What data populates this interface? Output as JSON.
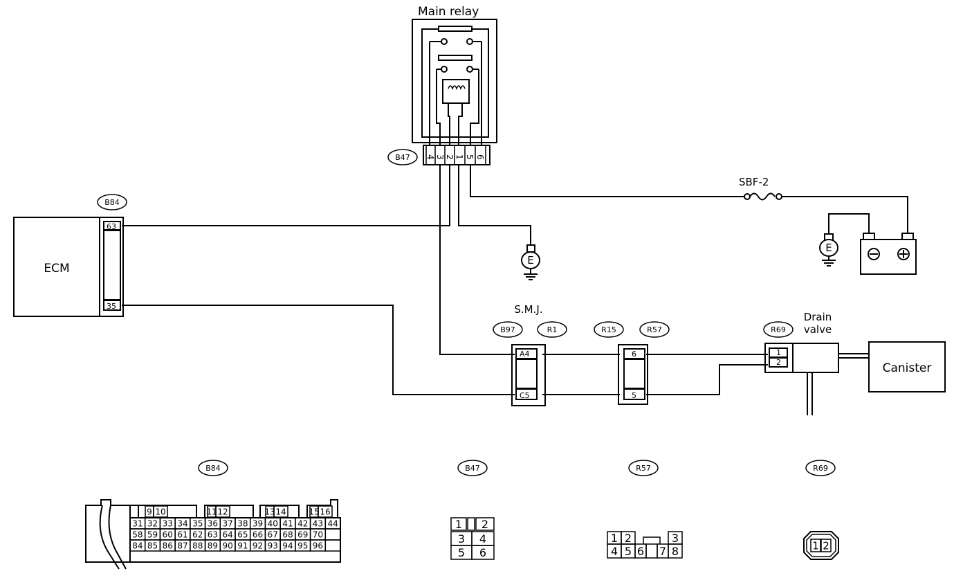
{
  "labels": {
    "main_relay": "Main relay",
    "sbf": "SBF-2",
    "ecm": "ECM",
    "smj": "S.M.J.",
    "drain_valve_1": "Drain",
    "drain_valve_2": "valve",
    "canister": "Canister",
    "ground": "E"
  },
  "connectors": {
    "b47": "B47",
    "b84": "B84",
    "b97": "B97",
    "r1": "R1",
    "r15": "R15",
    "r57": "R57",
    "r69": "R69"
  },
  "pins": {
    "relay": [
      "4",
      "3",
      "2",
      "1",
      "5",
      "6"
    ],
    "ecm_top": "63",
    "ecm_bottom": "35",
    "smj_top": "A4",
    "smj_bottom": "C5",
    "r57_top": "6",
    "r57_bottom": "5",
    "r69_top": "1",
    "r69_bottom": "2"
  },
  "connector_views": {
    "b84_title": "B84",
    "b47_title": "B47",
    "r57_title": "R57",
    "r69_title": "R69",
    "b84_row1": [
      "9",
      "10",
      "11",
      "12",
      "13",
      "14",
      "15",
      "16"
    ],
    "b84_row2": [
      "31",
      "32",
      "33",
      "34",
      "35",
      "36",
      "37",
      "38",
      "39",
      "40",
      "41",
      "42",
      "43",
      "44"
    ],
    "b84_row3": [
      "58",
      "59",
      "60",
      "61",
      "62",
      "63",
      "64",
      "65",
      "66",
      "67",
      "68",
      "69",
      "70"
    ],
    "b84_row4": [
      "84",
      "85",
      "86",
      "87",
      "88",
      "89",
      "90",
      "91",
      "92",
      "93",
      "94",
      "95",
      "96"
    ],
    "b47_cells": [
      "1",
      "2",
      "3",
      "4",
      "5",
      "6"
    ],
    "r57_cells": [
      "1",
      "2",
      "3",
      "4",
      "5",
      "6",
      "7",
      "8"
    ],
    "r69_cells": [
      "1",
      "2"
    ]
  }
}
